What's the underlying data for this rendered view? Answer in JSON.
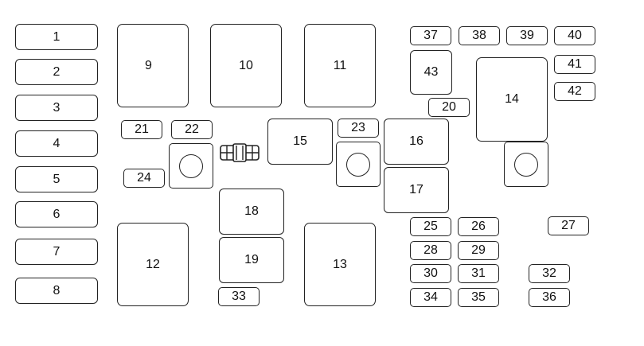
{
  "fuses": {
    "f1": "1",
    "f2": "2",
    "f3": "3",
    "f4": "4",
    "f5": "5",
    "f6": "6",
    "f7": "7",
    "f8": "8",
    "f9": "9",
    "f10": "10",
    "f11": "11",
    "f12": "12",
    "f13": "13",
    "f14": "14",
    "f15": "15",
    "f16": "16",
    "f17": "17",
    "f18": "18",
    "f19": "19",
    "f20": "20",
    "f21": "21",
    "f22": "22",
    "f23": "23",
    "f24": "24",
    "f25": "25",
    "f26": "26",
    "f27": "27",
    "f28": "28",
    "f29": "29",
    "f30": "30",
    "f31": "31",
    "f32": "32",
    "f33": "33",
    "f34": "34",
    "f35": "35",
    "f36": "36",
    "f37": "37",
    "f38": "38",
    "f39": "39",
    "f40": "40",
    "f41": "41",
    "f42": "42",
    "f43": "43"
  },
  "icons": {
    "sockets": "round-socket-icon",
    "connector": "fuse-puller-connector-icon"
  }
}
